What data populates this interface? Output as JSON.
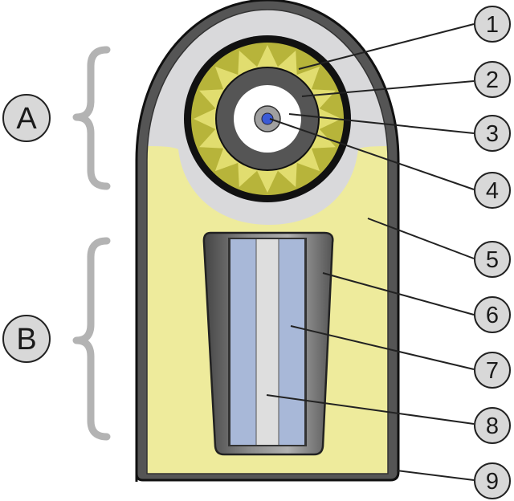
{
  "groups": [
    {
      "id": "A",
      "label": "A"
    },
    {
      "id": "B",
      "label": "B"
    }
  ],
  "callouts": [
    {
      "id": "1",
      "label": "1"
    },
    {
      "id": "2",
      "label": "2"
    },
    {
      "id": "3",
      "label": "3"
    },
    {
      "id": "4",
      "label": "4"
    },
    {
      "id": "5",
      "label": "5"
    },
    {
      "id": "6",
      "label": "6"
    },
    {
      "id": "7",
      "label": "7"
    },
    {
      "id": "8",
      "label": "8"
    },
    {
      "id": "9",
      "label": "9"
    }
  ],
  "colors": {
    "outline": "#111111",
    "casing": "#555555",
    "top_fill": "#d9d9db",
    "body_fill": "#eeeb9c",
    "gear_fill": "#b7b43a",
    "gear_teeth": "#e1dd6f",
    "dark_ring": "#555555",
    "white_core": "#ffffff",
    "inner_ring": "#a0a0a0",
    "blue_dot": "#3b5bd6",
    "slot_fill": "#9a9a9a",
    "blue_bar": "#a8b8d8",
    "center_bar": "#dedede",
    "bracket": "#b3b3b3",
    "callout_fill": "#d8d8d8",
    "leader": "#222222"
  }
}
